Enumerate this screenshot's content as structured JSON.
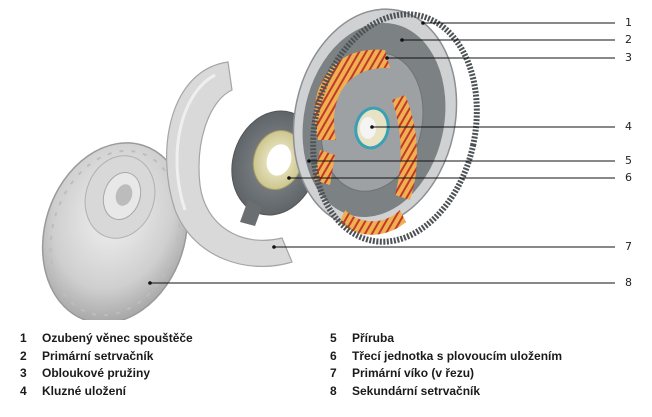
{
  "diagram": {
    "title_hidden": null,
    "callouts": [
      {
        "num": "1",
        "label": "Ozubený věnec spouštěče"
      },
      {
        "num": "2",
        "label": "Primární setrvačník"
      },
      {
        "num": "3",
        "label": "Obloukové pružiny"
      },
      {
        "num": "4",
        "label": "Kluzné uložení"
      },
      {
        "num": "5",
        "label": "Příruba"
      },
      {
        "num": "6",
        "label": "Třecí jednotka s plovoucím uložením"
      },
      {
        "num": "7",
        "label": "Primární víko (v řezu)"
      },
      {
        "num": "8",
        "label": "Sekundární setrvačník"
      }
    ],
    "colors": {
      "spring": "#e8a040",
      "spring_shade": "#c0392b",
      "metal_light": "#d4d4d4",
      "metal_dark": "#6b6f72",
      "bearing_ring": "#3aa0b5",
      "leader": "#111111"
    }
  }
}
